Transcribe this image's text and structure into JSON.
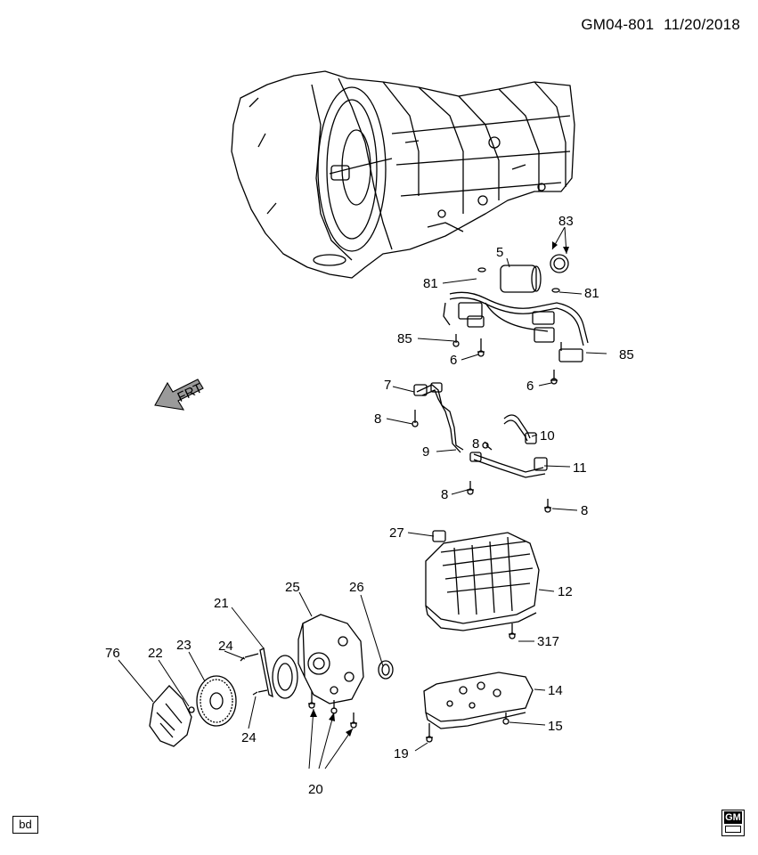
{
  "header": {
    "code": "GM04-801",
    "date": "11/20/2018"
  },
  "frt_label": "FRT",
  "badge": "bd",
  "logo": {
    "text": "GM"
  },
  "callouts": {
    "c5": "5",
    "c83": "83",
    "c81a": "81",
    "c81b": "81",
    "c85a": "85",
    "c85b": "85",
    "c6a": "6",
    "c6b": "6",
    "c7": "7",
    "c8a": "8",
    "c8b": "8",
    "c8c": "8",
    "c8d": "8",
    "c9": "9",
    "c10": "10",
    "c11": "11",
    "c27": "27",
    "c12": "12",
    "c317": "317",
    "c14": "14",
    "c15": "15",
    "c19": "19",
    "c25": "25",
    "c26": "26",
    "c21": "21",
    "c76": "76",
    "c22": "22",
    "c23": "23",
    "c24a": "24",
    "c24b": "24",
    "c20": "20"
  }
}
